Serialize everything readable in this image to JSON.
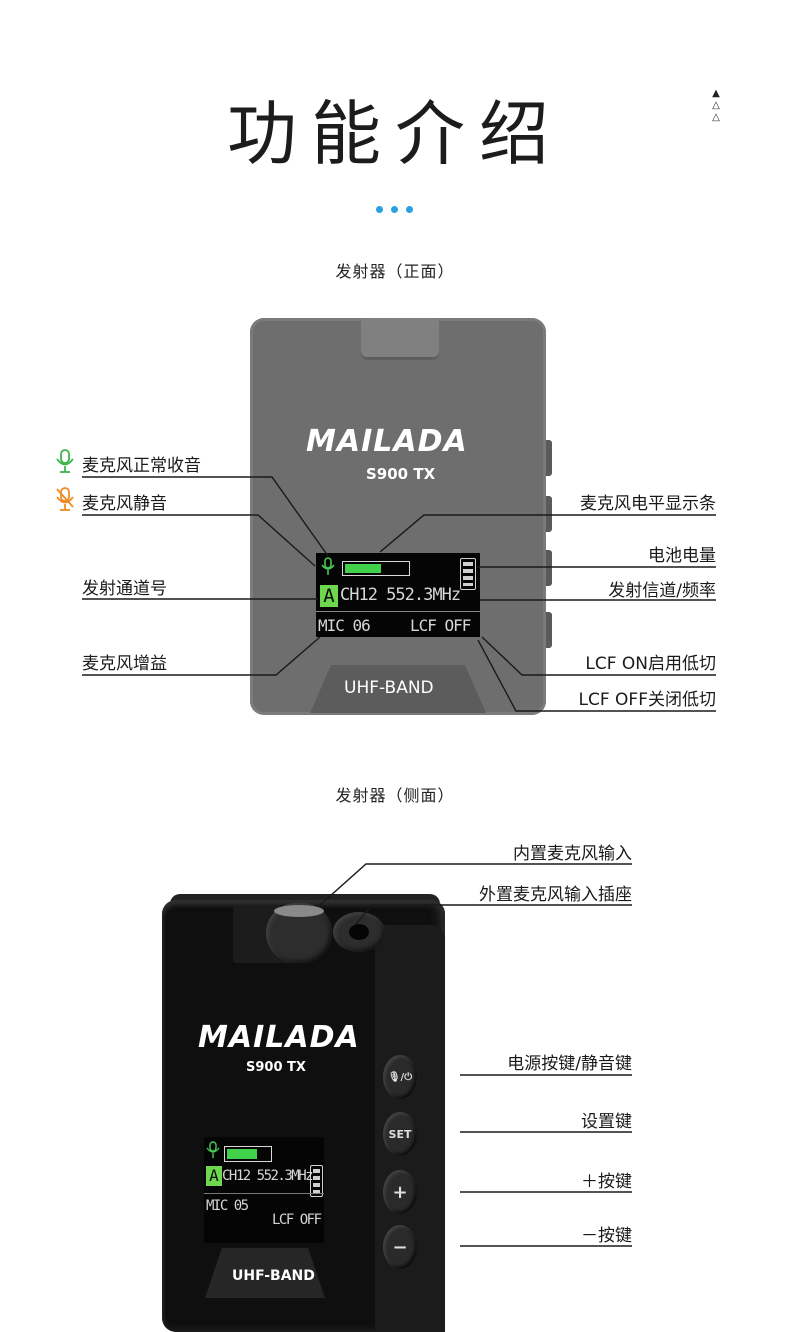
{
  "header": {
    "title": "功能介绍"
  },
  "sections": {
    "front": "发射器（正面）",
    "side": "发射器（侧面）"
  },
  "device": {
    "brand": "MAILADA",
    "model": "S900 TX",
    "band": "UHF-BAND",
    "front_screen": {
      "channel_letter": "A",
      "channel_freq": "CH12 552.3MHz",
      "mic_gain": "MIC 06",
      "lcf": "LCF OFF"
    },
    "side_screen": {
      "channel_letter": "A",
      "channel_freq": "CH12 552.3MHz",
      "mic_gain": "MIC 05",
      "lcf": "LCF OFF"
    },
    "buttons": {
      "set": "SET",
      "plus": "+",
      "minus": "−"
    }
  },
  "front_labels": {
    "mic_normal": "麦克风正常收音",
    "mic_mute": "麦克风静音",
    "tx_channel": "发射通道号",
    "mic_gain": "麦克风增益",
    "level_bar": "麦克风电平显示条",
    "battery": "电池电量",
    "tx_freq": "发射信道/频率",
    "lcf_on": "LCF ON启用低切",
    "lcf_off": "LCF OFF关闭低切"
  },
  "side_labels": {
    "builtin_mic": "内置麦克风输入",
    "ext_mic": "外置麦克风输入插座",
    "power_mute": "电源按键/静音键",
    "set": "设置键",
    "plus": "＋按键",
    "minus": "－按键"
  },
  "colors": {
    "accent": "#2aa0df",
    "mic_green": "#3bb54a",
    "mic_orange": "#f08a24",
    "level_green": "#41d14a"
  },
  "icons": [
    "triangle-up-filled-icon",
    "triangle-up-outline-icon",
    "microphone-icon",
    "microphone-muted-icon",
    "battery-icon",
    "mute-power-icon"
  ]
}
